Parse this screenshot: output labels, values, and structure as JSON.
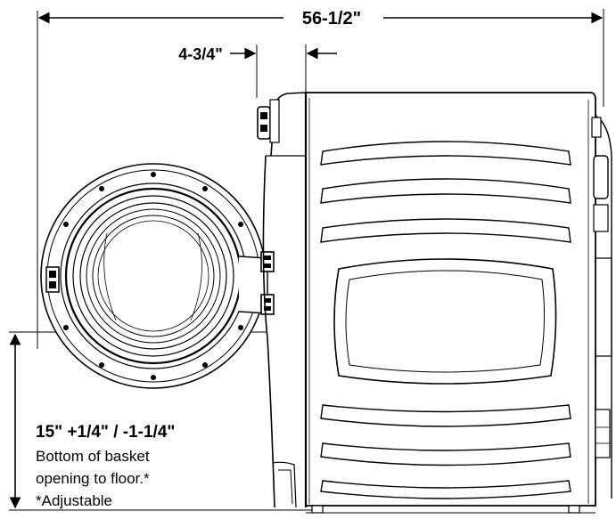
{
  "dimensions": {
    "overall_depth": "56-1/2\"",
    "door_offset": "4-3/4\"",
    "basket_height": "15\" +1/4\" / -1-1/4\""
  },
  "notes": {
    "line1": "Bottom of basket",
    "line2": "opening to floor.*",
    "line3": "*Adjustable"
  }
}
